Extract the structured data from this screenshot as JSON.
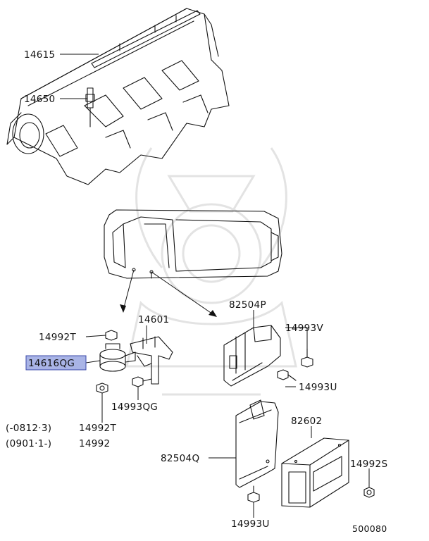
{
  "callouts": {
    "p14615": "14615",
    "p14650": "14650",
    "p14601": "14601",
    "p14992T": "14992T",
    "p14616QG": "14616QG",
    "p14993QG": "14993QG",
    "p14992T_b": "14992T",
    "p14992": "14992",
    "p82504P": "82504P",
    "p14993V": "14993V",
    "p14993U_a": "14993U",
    "p82602": "82602",
    "p82504Q": "82504Q",
    "p14992S": "14992S",
    "p14993U_b": "14993U"
  },
  "notes": {
    "range_a": "(-0812·3)",
    "range_b": "(0901·1-)"
  },
  "diagram_code": "500080",
  "colors": {
    "highlight_fill": "#a9b4e6",
    "highlight_stroke": "#3b4aa8",
    "line": "#111111",
    "watermark": "#e3e3e3"
  }
}
